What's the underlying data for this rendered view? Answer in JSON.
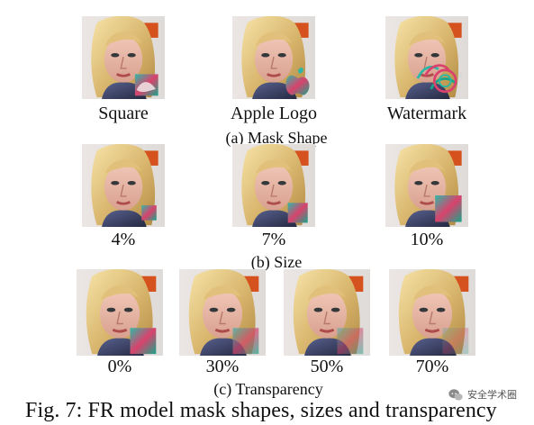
{
  "sections": [
    {
      "label": "(a) Mask Shape",
      "items": [
        "Square",
        "Apple Logo",
        "Watermark"
      ]
    },
    {
      "label": "(b) Size",
      "items": [
        "4%",
        "7%",
        "10%"
      ]
    },
    {
      "label": "(c) Transparency",
      "items": [
        "0%",
        "30%",
        "50%",
        "70%"
      ]
    }
  ],
  "figure_caption": "Fig. 7: FR model mask shapes, sizes and transparency",
  "watermark": "安全学术圈"
}
